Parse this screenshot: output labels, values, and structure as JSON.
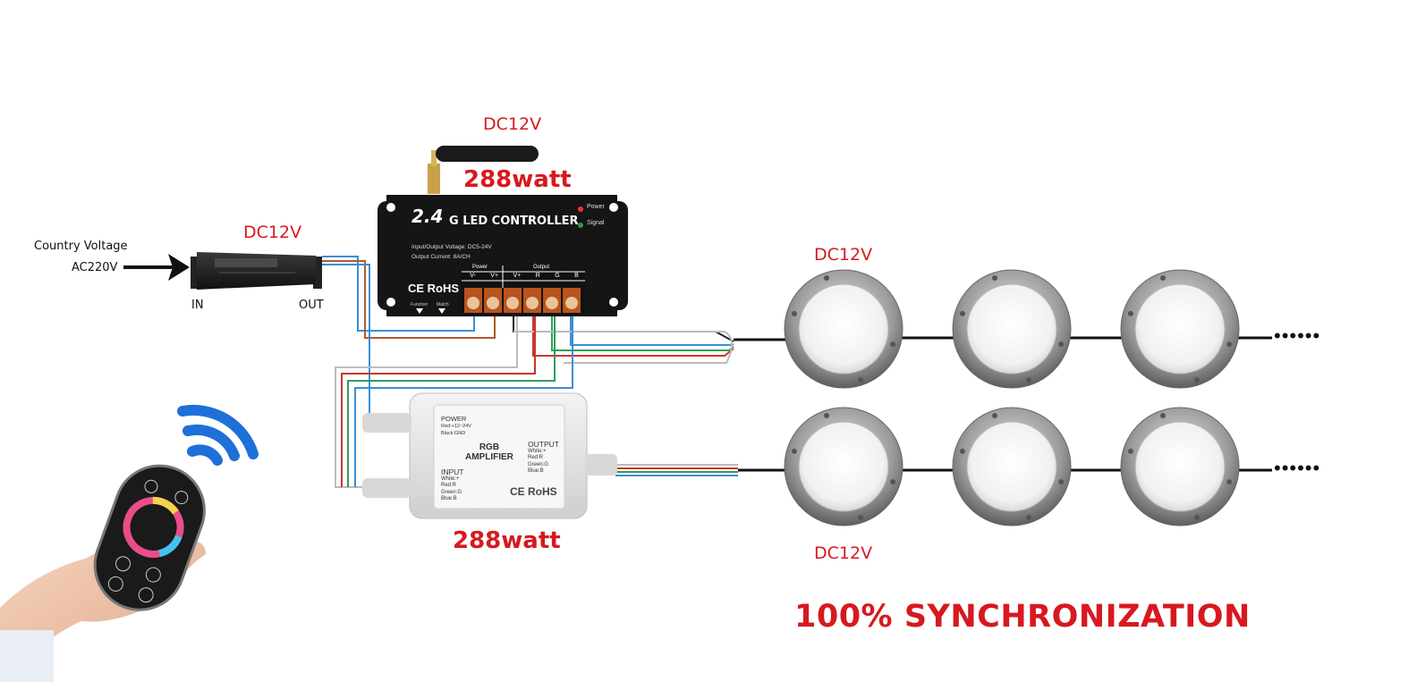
{
  "labels": {
    "country_voltage": "Country Voltage",
    "ac_voltage": "AC220V",
    "psu_in": "IN",
    "psu_out": "OUT",
    "psu_dc": "DC12V",
    "controller_dc": "DC12V",
    "controller_watt": "288watt",
    "amplifier_watt": "288watt",
    "lamps_top_dc": "DC12V",
    "lamps_bottom_dc": "DC12V",
    "sync": "100% SYNCHRONIZATION",
    "ellipsis_top": "••••••",
    "ellipsis_bottom": "••••••"
  },
  "controller": {
    "logo": "2.4",
    "title": "G LED CONTROLLER",
    "power_led": "Power",
    "signal_led": "Signal",
    "spec_voltage": "Input/Output Voltage: DC5-24V",
    "spec_current": "Output Current: 8A/CH",
    "group_power": "Power",
    "group_output": "Output",
    "terminals": [
      "V-",
      "V+",
      "V+",
      "R",
      "G",
      "B"
    ],
    "cert": "CE RoHS",
    "btn_function": "Function",
    "btn_match": "Match"
  },
  "amplifier": {
    "power_title": "POWER",
    "power_red": "Red:+12~24V",
    "power_black": "Black:GND",
    "name_line1": "RGB",
    "name_line2": "AMPLIFIER",
    "output_title": "OUTPUT",
    "output_lines": [
      "White:+",
      "Red:R",
      "Green:G",
      "Blue:B"
    ],
    "input_title": "INPUT",
    "input_lines": [
      "White:+",
      "Red:R",
      "Green:G",
      "Blue:B"
    ],
    "cert": "CE RoHS"
  },
  "colors": {
    "label_red": "#d7191f",
    "wire_blue": "#3a8fd6",
    "wire_red": "#c8372b",
    "wire_green": "#2f9e58",
    "wire_brown": "#b25a2a",
    "wire_white": "#bdbdbd",
    "signal_blue": "#1e6fd9"
  }
}
